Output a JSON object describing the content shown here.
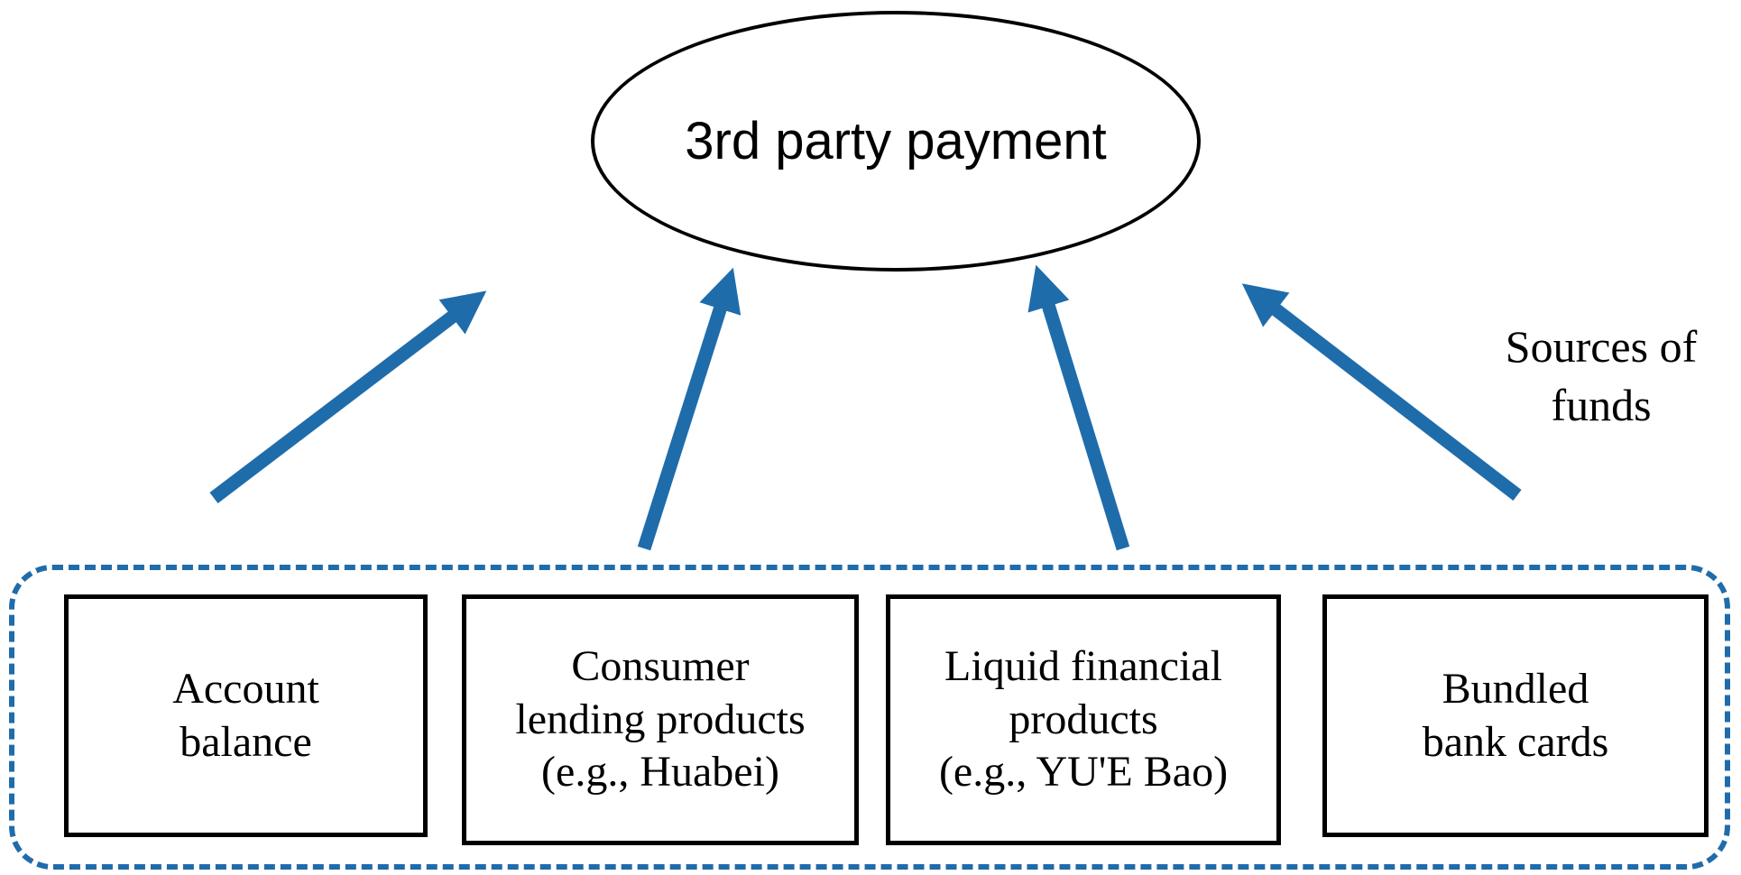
{
  "diagram": {
    "ellipse_label": "3rd party payment",
    "side_label": "Sources of\nfunds",
    "boxes": [
      {
        "label": "Account\nbalance"
      },
      {
        "label": "Consumer\nlending products\n(e.g., Huabei)"
      },
      {
        "label": "Liquid financial\nproducts\n(e.g., YU'E Bao)"
      },
      {
        "label": "Bundled\nbank cards"
      }
    ],
    "colors": {
      "arrow": "#1f6cab",
      "dashed_border": "#1f6cab",
      "box_border": "#000000"
    }
  }
}
